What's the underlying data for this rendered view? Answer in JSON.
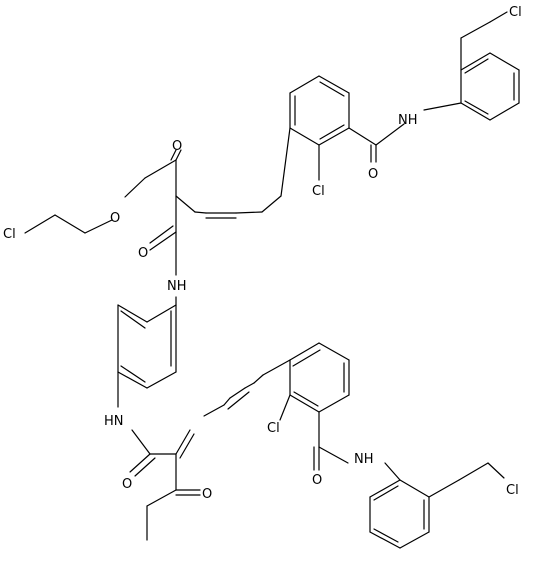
{
  "atoms": {
    "cl_top_right": "Cl",
    "nh_top": "NH",
    "o_amide_top": "O",
    "cl_ring_top": "Cl",
    "o_keto_top": "O",
    "o_ether": "O",
    "cl_left": "Cl",
    "o_amide_mid": "O",
    "nh_mid": "NH",
    "nh_low": "HN",
    "cl_ring_low": "Cl",
    "nh_bottom": "NH",
    "o_amide_bottom": "O",
    "o_amide_low": "O",
    "o_keto_low": "O",
    "cl_bottom_right": "Cl"
  }
}
